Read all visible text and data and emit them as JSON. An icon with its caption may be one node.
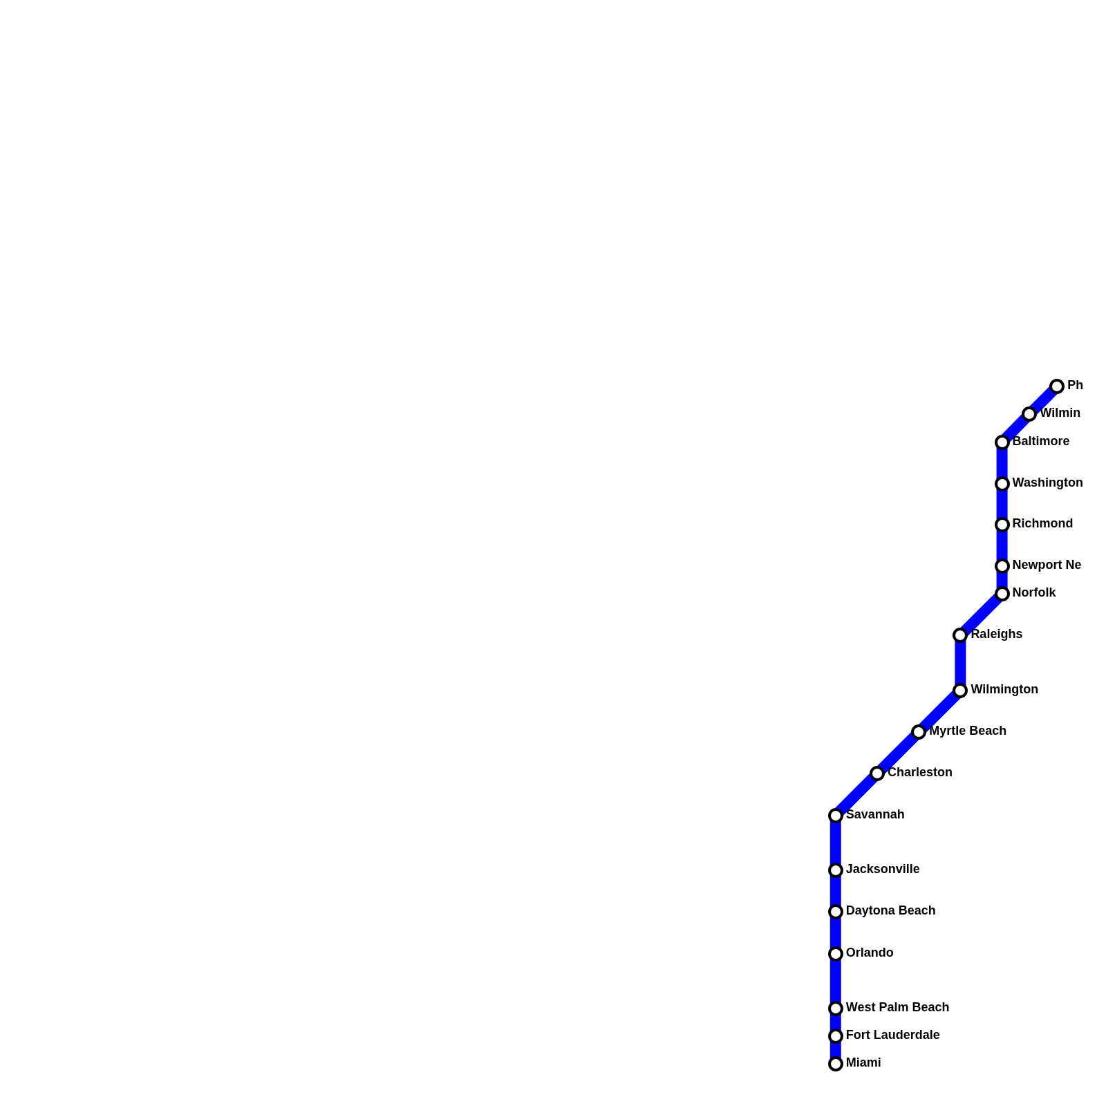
{
  "diagram": {
    "nodes": [
      {
        "text": [],
        "shape": "circle",
        "beside": [
          "Ph"
        ]
      },
      {
        "text": [],
        "shape": "circle",
        "beside": [
          "Wilmin"
        ]
      },
      {
        "text": [],
        "shape": "circle",
        "beside": [
          "Baltimore"
        ]
      },
      {
        "text": [],
        "shape": "circle",
        "beside": [
          "Washington"
        ]
      },
      {
        "text": [],
        "shape": "circle",
        "beside": [
          "Richmond"
        ]
      },
      {
        "text": [],
        "shape": "circle",
        "beside": [
          "Newport Ne"
        ]
      },
      {
        "text": [],
        "shape": "circle",
        "beside": [
          "Norfolk"
        ]
      },
      {
        "text": [],
        "shape": "circle",
        "beside": [
          "Raleighs"
        ]
      },
      {
        "text": [],
        "shape": "circle",
        "beside": [
          "Wilmington"
        ]
      },
      {
        "text": [],
        "shape": "circle",
        "beside": [
          "Myrtle Beach"
        ]
      },
      {
        "text": [],
        "shape": "circle",
        "beside": [
          "Charleston"
        ]
      },
      {
        "text": [],
        "shape": "circle",
        "beside": [
          "Savannah"
        ]
      },
      {
        "text": [],
        "shape": "circle",
        "beside": [
          "Jacksonville"
        ]
      },
      {
        "text": [],
        "shape": "circle",
        "beside": [
          "Daytona Beach"
        ]
      },
      {
        "text": [],
        "shape": "circle",
        "beside": [
          "Orlando"
        ]
      },
      {
        "text": [],
        "shape": "circle",
        "beside": [
          "West Palm Beach"
        ]
      },
      {
        "text": [],
        "shape": "circle",
        "beside": [
          "Fort Lauderdale"
        ]
      },
      {
        "text": [],
        "shape": "circle",
        "beside": [
          "Miami"
        ]
      }
    ],
    "edges": [
      {
        "from": 0,
        "to": 1,
        "arrow": "none",
        "color": "#0000ff"
      },
      {
        "from": 1,
        "to": 2,
        "arrow": "none",
        "color": "#0000ff"
      },
      {
        "from": 2,
        "to": 3,
        "arrow": "none",
        "color": "#0000ff"
      },
      {
        "from": 3,
        "to": 4,
        "arrow": "none",
        "color": "#0000ff"
      },
      {
        "from": 4,
        "to": 5,
        "arrow": "none",
        "color": "#0000ff"
      },
      {
        "from": 5,
        "to": 6,
        "arrow": "none",
        "color": "#0000ff"
      },
      {
        "from": 6,
        "to": 7,
        "arrow": "none",
        "color": "#0000ff"
      },
      {
        "from": 7,
        "to": 8,
        "arrow": "none",
        "color": "#0000ff"
      },
      {
        "from": 8,
        "to": 9,
        "arrow": "none",
        "color": "#0000ff"
      },
      {
        "from": 9,
        "to": 10,
        "arrow": "none",
        "color": "#0000ff"
      },
      {
        "from": 10,
        "to": 11,
        "arrow": "none",
        "color": "#0000ff"
      },
      {
        "from": 11,
        "to": 12,
        "arrow": "none",
        "color": "#0000ff"
      },
      {
        "from": 12,
        "to": 13,
        "arrow": "none",
        "color": "#0000ff"
      },
      {
        "from": 13,
        "to": 14,
        "arrow": "none",
        "color": "#0000ff"
      },
      {
        "from": 14,
        "to": 15,
        "arrow": "none",
        "color": "#0000ff"
      },
      {
        "from": 15,
        "to": 16,
        "arrow": "none",
        "color": "#0000ff"
      },
      {
        "from": 16,
        "to": 17,
        "arrow": "none",
        "color": "#0000ff"
      }
    ]
  }
}
